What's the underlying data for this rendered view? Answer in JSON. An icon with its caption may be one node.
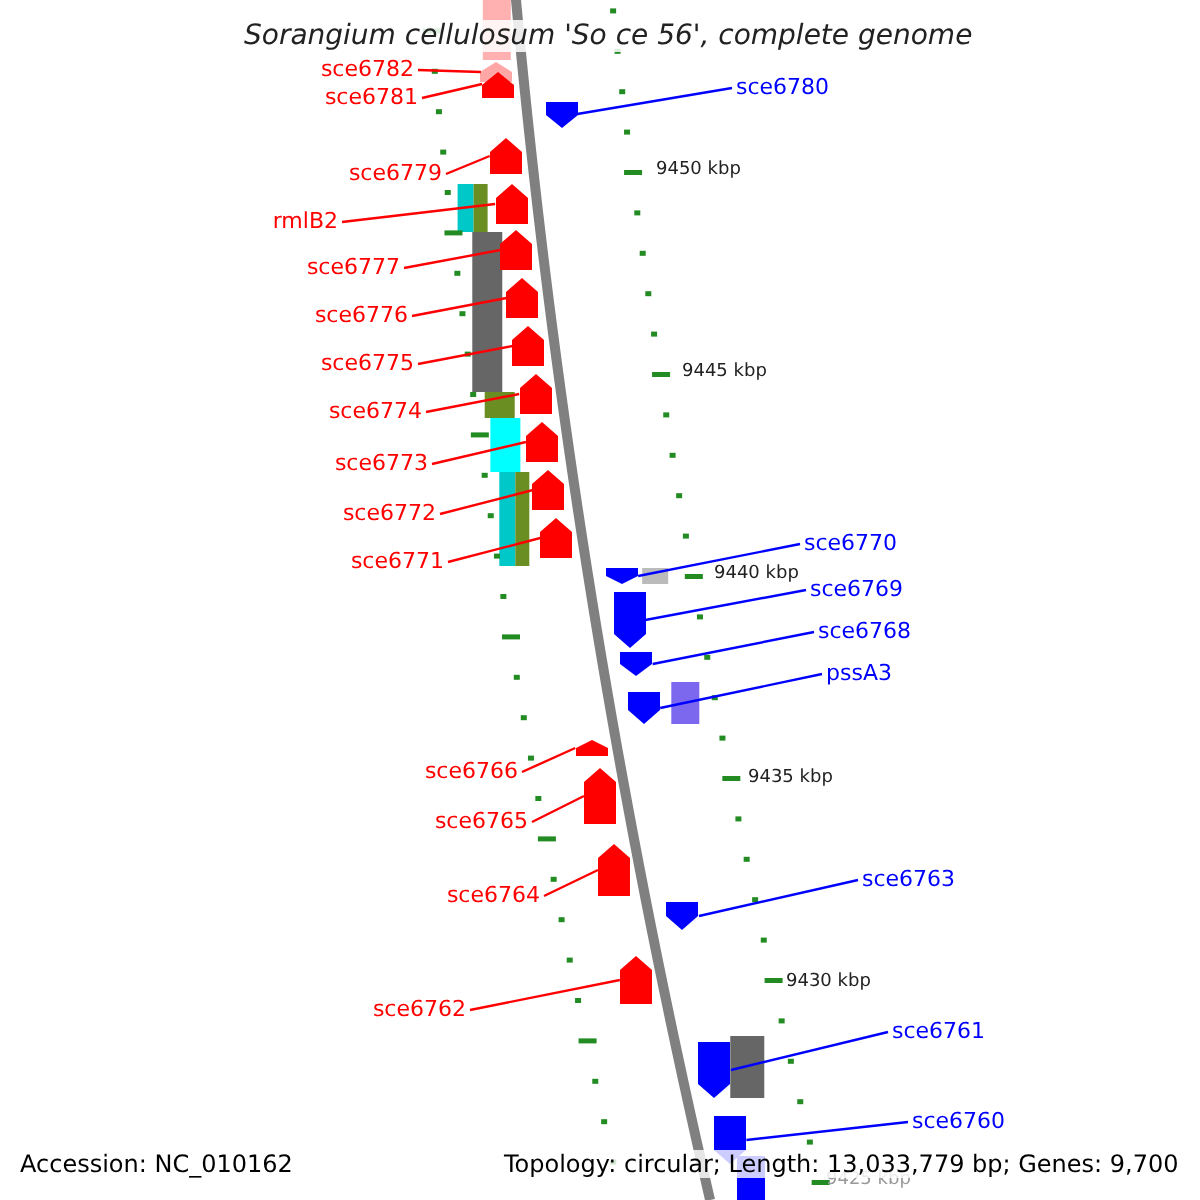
{
  "diagram": {
    "title": "Sorangium cellulosum 'So ce 56', complete genome",
    "nodes": [
      {
        "text": [
          "sce6782"
        ]
      },
      {
        "text": [],
        "shape": "arrow"
      },
      {
        "text": [
          "sce6780"
        ]
      },
      {
        "text": [],
        "shape": "arrow"
      },
      {
        "text": [
          "sce6781"
        ]
      },
      {
        "text": [],
        "shape": "arrow"
      },
      {
        "text": [
          "sce6779"
        ]
      },
      {
        "text": [],
        "shape": "arrow"
      },
      {
        "text": [
          "rmlB2"
        ]
      },
      {
        "text": [],
        "shape": "arrow"
      },
      {
        "text": [
          "sce6777"
        ]
      },
      {
        "text": [],
        "shape": "arrow"
      },
      {
        "text": [
          "sce6776"
        ]
      },
      {
        "text": [],
        "shape": "arrow"
      },
      {
        "text": [
          "sce6775"
        ]
      },
      {
        "text": [],
        "shape": "arrow"
      },
      {
        "text": [
          "sce6774"
        ]
      },
      {
        "text": [],
        "shape": "arrow"
      },
      {
        "text": [
          "sce6773"
        ]
      },
      {
        "text": [],
        "shape": "arrow"
      },
      {
        "text": [
          "sce6772"
        ]
      },
      {
        "text": [],
        "shape": "arrow"
      },
      {
        "text": [
          "sce6771"
        ]
      },
      {
        "text": [],
        "shape": "arrow"
      },
      {
        "text": [
          "sce6770"
        ]
      },
      {
        "text": [],
        "shape": "arrow"
      },
      {
        "text": [
          "sce6769"
        ]
      },
      {
        "text": [],
        "shape": "arrow"
      },
      {
        "text": [
          "sce6768"
        ]
      },
      {
        "text": [],
        "shape": "arrow"
      },
      {
        "text": [
          "pssA3"
        ]
      },
      {
        "text": [],
        "shape": "arrow"
      },
      {
        "text": [
          "sce6766"
        ]
      },
      {
        "text": [],
        "shape": "arrow"
      },
      {
        "text": [
          "sce6765"
        ]
      },
      {
        "text": [],
        "shape": "arrow"
      },
      {
        "text": [
          "sce6764"
        ]
      },
      {
        "text": [],
        "shape": "arrow"
      },
      {
        "text": [
          "sce6763"
        ]
      },
      {
        "text": [],
        "shape": "arrow"
      },
      {
        "text": [
          "sce6762"
        ]
      },
      {
        "text": [],
        "shape": "arrow"
      },
      {
        "text": [
          "sce6761"
        ]
      },
      {
        "text": [],
        "shape": "arrow"
      },
      {
        "text": [
          "sce6760"
        ]
      },
      {
        "text": [],
        "shape": "arrow"
      }
    ],
    "edges": [
      {
        "from": 0,
        "to": 1,
        "arrow": "none"
      },
      {
        "from": 2,
        "to": 3,
        "arrow": "none",
        "color": "#0000ff"
      },
      {
        "from": 4,
        "to": 5,
        "arrow": "none"
      },
      {
        "from": 6,
        "to": 7,
        "arrow": "none"
      },
      {
        "from": 8,
        "to": 9,
        "arrow": "none"
      },
      {
        "from": 10,
        "to": 11,
        "arrow": "none"
      },
      {
        "from": 12,
        "to": 13,
        "arrow": "none"
      },
      {
        "from": 14,
        "to": 15,
        "arrow": "none"
      },
      {
        "from": 16,
        "to": 17,
        "arrow": "none"
      },
      {
        "from": 18,
        "to": 19,
        "arrow": "none"
      },
      {
        "from": 20,
        "to": 21,
        "arrow": "none"
      },
      {
        "from": 22,
        "to": 23,
        "arrow": "none"
      },
      {
        "from": 24,
        "to": 25,
        "arrow": "none",
        "color": "#0000ff"
      },
      {
        "from": 26,
        "to": 27,
        "arrow": "none",
        "color": "#0000ff"
      },
      {
        "from": 28,
        "to": 29,
        "arrow": "none",
        "color": "#0000ff"
      },
      {
        "from": 30,
        "to": 31,
        "arrow": "none",
        "color": "#0000ff"
      },
      {
        "from": 32,
        "to": 33,
        "arrow": "none"
      },
      {
        "from": 34,
        "to": 35,
        "arrow": "none"
      },
      {
        "from": 36,
        "to": 37,
        "arrow": "none"
      },
      {
        "from": 38,
        "to": 39,
        "arrow": "none",
        "color": "#0000ff"
      },
      {
        "from": 40,
        "to": 41,
        "arrow": "none"
      },
      {
        "from": 42,
        "to": 43,
        "arrow": "none",
        "color": "#0000ff"
      },
      {
        "from": 44,
        "to": 45,
        "arrow": "none",
        "color": "#0000ff"
      }
    ],
    "labels": [
      "9450 kbp",
      "9445 kbp",
      "9440 kbp",
      "9435 kbp",
      "9430 kbp",
      "9425 kbp",
      "Accession: NC_010162",
      "Topology: circular; Length: 13,033,779 bp; Genes: 9,700"
    ]
  }
}
